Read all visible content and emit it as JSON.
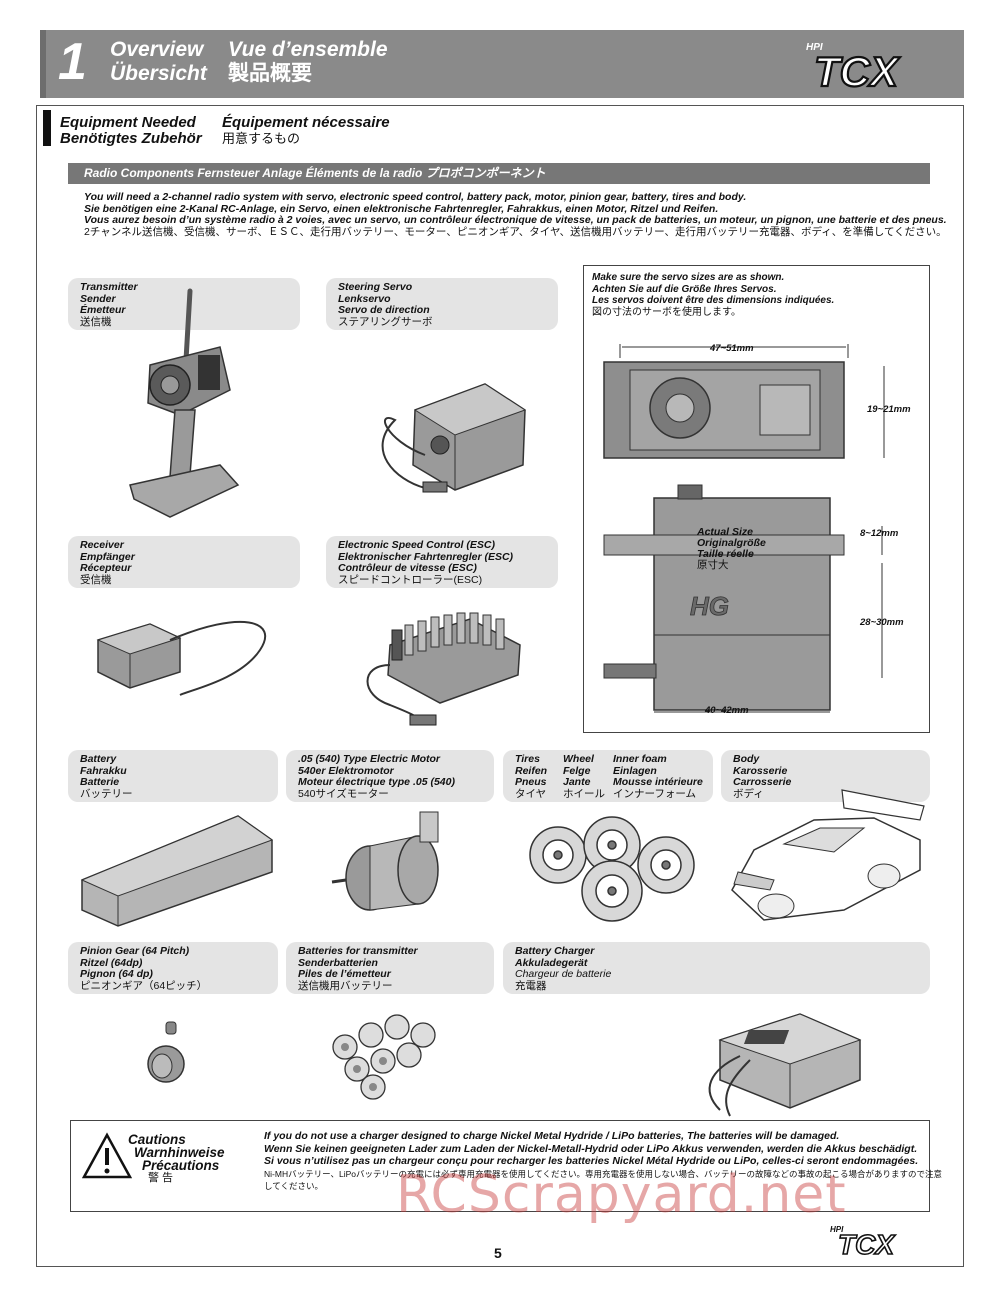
{
  "header": {
    "number": "1",
    "title_en": "Overview",
    "title_fr": "Vue d’ensemble",
    "title_de": "Übersicht",
    "title_jp": "製品概要",
    "logo": "TCX"
  },
  "equipment": {
    "title_en": "Equipment Needed",
    "title_fr": "Équipement nécessaire",
    "title_de": "Benötigtes Zubehör",
    "title_jp": "用意するもの"
  },
  "radio_bar": "Radio Components  Fernsteuer Anlage  Éléments de la radio  プロポコンポーネント",
  "intro": [
    "You will need a 2-channel radio system with servo, electronic speed control, battery pack, motor, pinion gear, battery, tires and body.",
    "Sie benötigen eine 2-Kanal RC-Anlage, ein Servo, einen elektronische Fahrtenregler, Fahrakkus, einen Motor, Ritzel und Reifen.",
    "Vous aurez besoin d’un système radio à 2 voies, avec un servo, un contrôleur électronique de vitesse, un pack de batteries, un moteur, un pignon, une batterie et des pneus.",
    "2チャンネル送信機、受信機、サーボ、ＥＳＣ、走行用バッテリー、モーター、ピニオンギア、タイヤ、送信機用バッテリー、走行用バッテリー充電器、ボディ、を準備してください。"
  ],
  "items": {
    "transmitter": [
      "Transmitter",
      "Sender",
      "Émetteur",
      "送信機"
    ],
    "servo": [
      "Steering Servo",
      "Lenkservo",
      "Servo de direction",
      "ステアリングサーボ"
    ],
    "receiver": [
      "Receiver",
      "Empfänger",
      "Récepteur",
      "受信機"
    ],
    "esc": [
      "Electronic Speed Control (ESC)",
      "Elektronischer Fahrtenregler (ESC)",
      "Contrôleur de vitesse (ESC)",
      "スピードコントローラー(ESC)"
    ],
    "battery": [
      "Battery",
      "Fahrakku",
      "Batterie",
      "バッテリー"
    ],
    "motor": [
      ".05 (540) Type Electric Motor",
      "540er Elektromotor",
      "Moteur électrique type .05 (540)",
      "540サイズモーター"
    ],
    "tires": [
      "Tires",
      "Reifen",
      "Pneus",
      "タイヤ"
    ],
    "wheel": [
      "Wheel",
      "Felge",
      "Jante",
      "ホイール"
    ],
    "foam": [
      "Inner foam",
      "Einlagen",
      "Mousse intérieure",
      "インナーフォーム"
    ],
    "body": [
      "Body",
      "Karosserie",
      "Carrosserie",
      "ボディ"
    ],
    "pinion": [
      "Pinion Gear (64 Pitch)",
      "Ritzel (64dp)",
      "Pignon (64 dp)",
      "ピニオンギア（64ピッチ）"
    ],
    "tx_batteries": [
      "Batteries for transmitter",
      "Senderbatterien",
      "Piles de l’émetteur",
      "送信機用バッテリー"
    ],
    "charger": [
      "Battery Charger",
      "Akkuladegerät",
      "Chargeur de batterie",
      "充電器"
    ]
  },
  "servo_note": {
    "lines": [
      "Make sure the servo sizes are as shown.",
      "Achten Sie auf die Größe Ihres Servos.",
      "Les servos doivent être des dimensions indiquées.",
      "図の寸法のサーボを使用します。"
    ],
    "dim_top": "47~51mm",
    "dim_side": "19~21mm",
    "dim_upper": "8~12mm",
    "dim_height": "28~30mm",
    "dim_width": "40~42mm",
    "actual_size": [
      "Actual Size",
      "Originalgröße",
      "Taille réelle",
      "原寸大"
    ],
    "servo_logo": "HG"
  },
  "caution": {
    "title": [
      "Cautions",
      "Warnhinweise",
      "Précautions",
      "警 告"
    ],
    "text": [
      "If you do not use a charger designed to charge Nickel Metal Hydride / LiPo batteries, The batteries will be damaged.",
      "Wenn Sie keinen geeigneten Lader zum Laden der Nickel-Metall-Hydrid oder LiPo Akkus verwenden, werden die Akkus beschädigt.",
      "Si vous n’utilisez pas un chargeur conçu pour recharger les batteries Nickel Métal Hydride ou LiPo, celles-ci seront endommagées.",
      "Ni-MHバッテリー、LiPoバッテリーの充電には必ず専用充電器を使用してください。専用充電器を使用しない場合、バッテリーの故障などの事故の起こる場合がありますので注意",
      "してください。"
    ]
  },
  "watermark": "RCScrapyard.net",
  "page_number": "5",
  "footer_logo": "TCX"
}
